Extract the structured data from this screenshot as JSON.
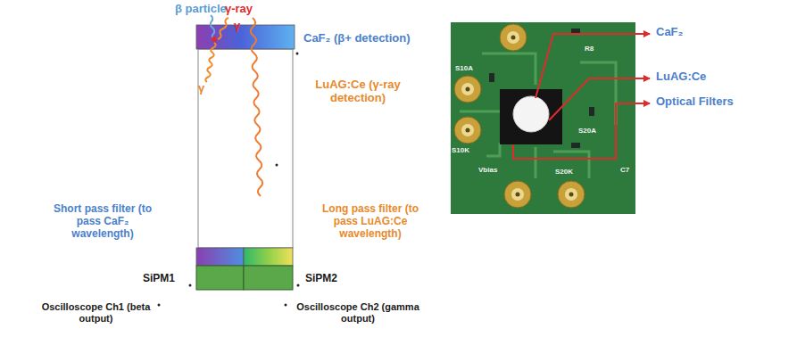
{
  "diagram": {
    "labels": [
      "β particle",
      "γ-ray",
      "γ",
      "γ",
      "CaF₂ (β+ detection)",
      "LuAG:Ce (γ-ray detection)",
      "Short pass filter (to pass CaF₂ wavelength)",
      "Long pass filter (to pass LuAG:Ce wavelength)",
      "SiPM1",
      "SiPM2",
      "Oscilloscope Ch1 (beta output)",
      "Oscilloscope Ch2 (gamma output)",
      "CaF₂",
      "LuAG:Ce",
      "Optical Filters",
      "S10A",
      "S10K",
      "S20A",
      "S20K",
      "Vbias",
      "R8",
      "C7"
    ]
  }
}
